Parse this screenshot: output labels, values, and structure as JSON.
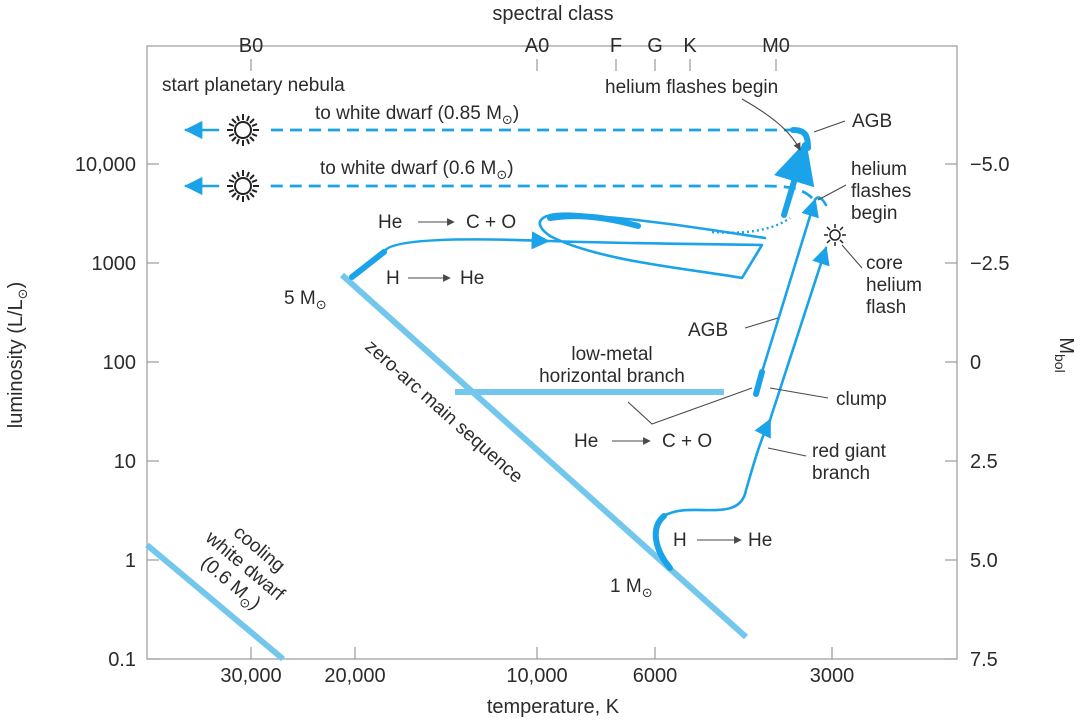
{
  "top_axis": {
    "title": "spectral class",
    "ticks": [
      "B0",
      "A0",
      "F",
      "G",
      "K",
      "M0"
    ]
  },
  "bottom_axis": {
    "title": "temperature, K",
    "ticks": [
      "30,000",
      "20,000",
      "10,000",
      "6000",
      "3000"
    ]
  },
  "left_axis": {
    "title": "luminosity (L/L",
    "ticks": [
      "0.1",
      "1",
      "10",
      "100",
      "1000",
      "10,000"
    ]
  },
  "right_axis": {
    "title": "M",
    "title_sub": "bol",
    "ticks": [
      "7.5",
      "5.0",
      "2.5",
      "0",
      "−2.5",
      "−5.0"
    ]
  },
  "labels": {
    "start_planetary_nebula": "start planetary nebula",
    "to_wd_085": "to white dwarf (0.85 M",
    "to_wd_06": "to white dwarf (0.6 M",
    "helium_flashes_begin_top": "helium flashes begin",
    "agb_top": "AGB",
    "helium_1": "helium",
    "helium_2": "flashes",
    "helium_3": "begin",
    "core_1": "core",
    "core_2": "helium",
    "core_3": "flash",
    "he_co_upper_a": "He",
    "he_co_upper_b": "C + O",
    "h_he_upper_a": "H",
    "h_he_upper_b": "He",
    "mass_5": "5 M",
    "mass_1": "1 M",
    "agb_mid": "AGB",
    "low_metal_1": "low-metal",
    "low_metal_2": "horizontal branch",
    "clump": "clump",
    "he_co_lower_a": "He",
    "he_co_lower_b": "C + O",
    "rgb_1": "red giant",
    "rgb_2": "branch",
    "h_he_lower_a": "H",
    "h_he_lower_b": "He",
    "zams": "zero-arc main sequence",
    "cooling_1": "cooling",
    "cooling_2": "white dwarf",
    "cooling_3": "(0.6 M",
    "sun_symbol": "⊙"
  },
  "icons": {
    "nebula": "starburst-icon",
    "core_flash": "starburst-icon"
  },
  "colors": {
    "track": "#1aa3e8",
    "band": "#74c7ec",
    "frame": "#9a9a9a"
  }
}
